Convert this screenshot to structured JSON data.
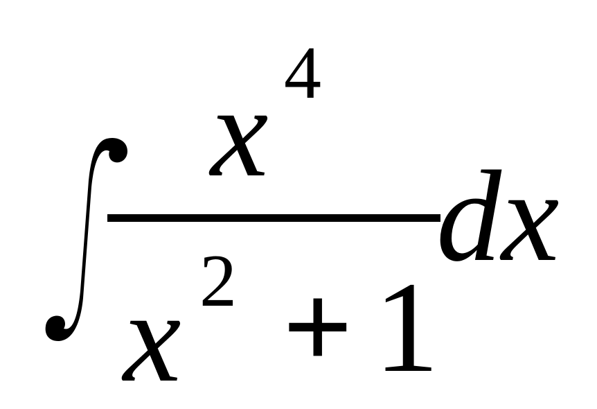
{
  "formula": {
    "numerator": {
      "base": "x",
      "exponent": "4"
    },
    "denominator": {
      "base": "x",
      "exponent": "2",
      "operator": "+",
      "constant": "1"
    },
    "differential": "dx"
  }
}
